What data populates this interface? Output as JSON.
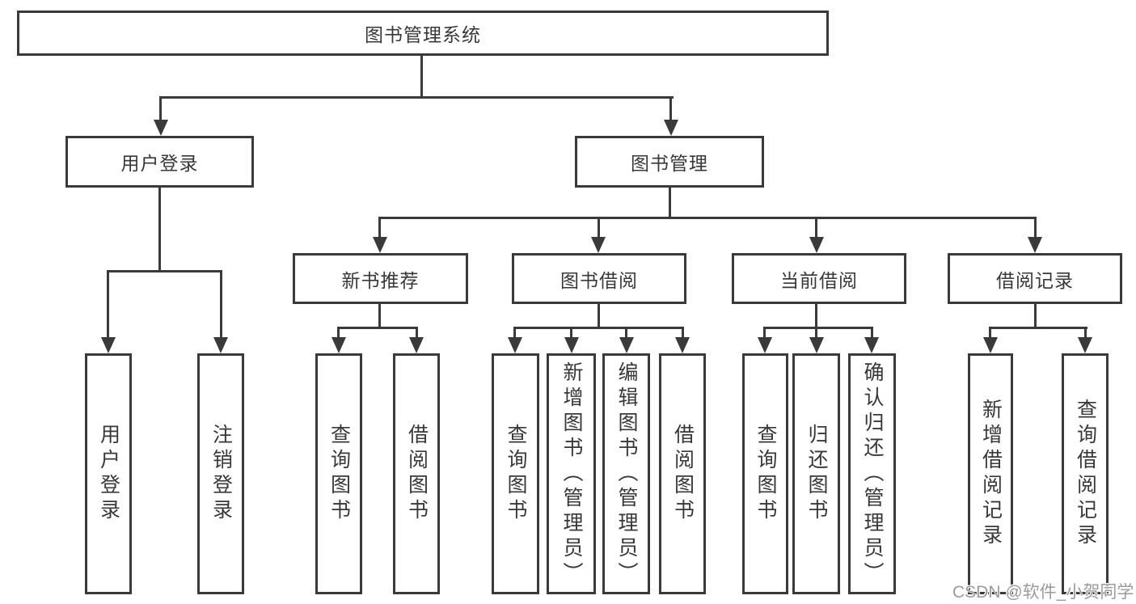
{
  "diagram": {
    "root": {
      "label": "图书管理系统"
    },
    "level2": [
      {
        "label": "用户登录"
      },
      {
        "label": "图书管理"
      }
    ],
    "level3": [
      {
        "label": "新书推荐"
      },
      {
        "label": "图书借阅"
      },
      {
        "label": "当前借阅"
      },
      {
        "label": "借阅记录"
      }
    ],
    "leaves": [
      {
        "label": "用户登录"
      },
      {
        "label": "注销登录"
      },
      {
        "label": "查询图书"
      },
      {
        "label": "借阅图书"
      },
      {
        "label": "查询图书"
      },
      {
        "label": "新增图书（管理员）"
      },
      {
        "label": "编辑图书（管理员）"
      },
      {
        "label": "借阅图书"
      },
      {
        "label": "查询图书"
      },
      {
        "label": "归还图书"
      },
      {
        "label": "确认归还（管理员）"
      },
      {
        "label": "新增借阅记录"
      },
      {
        "label": "查询借阅记录"
      }
    ],
    "colors": {
      "line": "#3a3a3a",
      "text": "#383838",
      "background": "#ffffff",
      "watermark": "#9b9b9b"
    }
  },
  "watermark": {
    "text": "CSDN @软件_小贺同学"
  }
}
